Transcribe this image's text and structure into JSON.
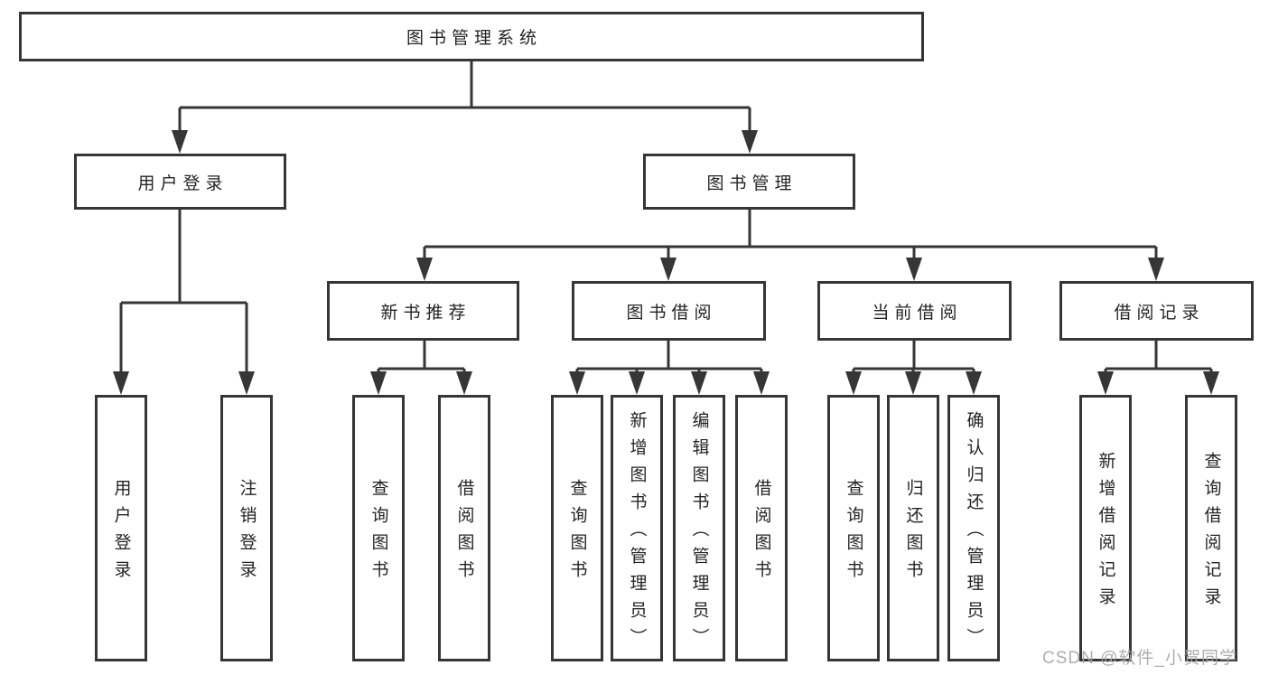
{
  "tree": {
    "root": {
      "label": "图书管理系统",
      "children": [
        {
          "label": "用户登录",
          "children": [
            {
              "label": "用户登录"
            },
            {
              "label": "注销登录"
            }
          ]
        },
        {
          "label": "图书管理",
          "children": [
            {
              "label": "新书推荐",
              "children": [
                {
                  "label": "查询图书"
                },
                {
                  "label": "借阅图书"
                }
              ]
            },
            {
              "label": "图书借阅",
              "children": [
                {
                  "label": "查询图书"
                },
                {
                  "label": "新增图书（管理员）"
                },
                {
                  "label": "编辑图书（管理员）"
                },
                {
                  "label": "借阅图书"
                }
              ]
            },
            {
              "label": "当前借阅",
              "children": [
                {
                  "label": "查询图书"
                },
                {
                  "label": "归还图书"
                },
                {
                  "label": "确认归还（管理员）"
                }
              ]
            },
            {
              "label": "借阅记录",
              "children": [
                {
                  "label": "新增借阅记录"
                },
                {
                  "label": "查询借阅记录"
                }
              ]
            }
          ]
        }
      ]
    }
  },
  "watermark": {
    "text": "CSDN @软件_小贺同学"
  },
  "colors": {
    "line": "#363636",
    "text": "#242424",
    "node_background": "#ffffff",
    "page_background": "#ffffff",
    "watermark": "#a5a5a5"
  }
}
